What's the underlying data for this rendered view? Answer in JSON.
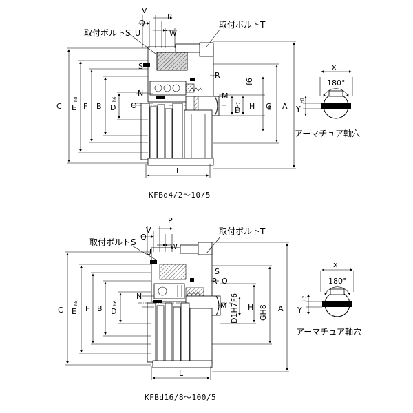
{
  "diagrams": [
    {
      "caption": "KFBd4/2～10/5",
      "bolt_s": "取付ボルトS",
      "bolt_t": "取付ボルトT",
      "armature_hole": "アーマチュア軸穴",
      "angle": "180°",
      "dims": {
        "V": "V",
        "P": "P",
        "Q": "Q",
        "U": "U",
        "W": "W",
        "S": "S",
        "R": "R",
        "N": "N",
        "M": "M",
        "O": "O",
        "C": "C",
        "E": "E",
        "E_sub": "h8",
        "F": "F",
        "B": "B",
        "D": "D",
        "D_sub": "h6",
        "f6": "f6",
        "D1": "D",
        "D1_sub": "1 H7",
        "H": "H",
        "G": "G",
        "G_sub": "H8",
        "A": "A",
        "L": "L",
        "x": "x",
        "Y": "Y",
        "Y_sub": "H7"
      }
    },
    {
      "caption": "KFBd16/8～100/5",
      "bolt_s": "取付ボルトS",
      "bolt_t": "取付ボルトT",
      "armature_hole": "アーマチュア軸穴",
      "angle": "180°",
      "dims": {
        "V": "V",
        "P": "P",
        "Q": "Q",
        "U": "U",
        "W": "W",
        "S": "S",
        "R": "R",
        "N": "N",
        "M": "M",
        "O": "O",
        "C": "C",
        "E": "E",
        "E_sub": "h8",
        "F": "F",
        "B": "B",
        "D": "D",
        "D_sub": "h6",
        "D1H7F6": "D1H7F6",
        "H": "H",
        "GH8": "GH8",
        "A": "A",
        "L": "L",
        "x": "x",
        "Y": "Y",
        "Y_sub": "H7"
      }
    }
  ]
}
